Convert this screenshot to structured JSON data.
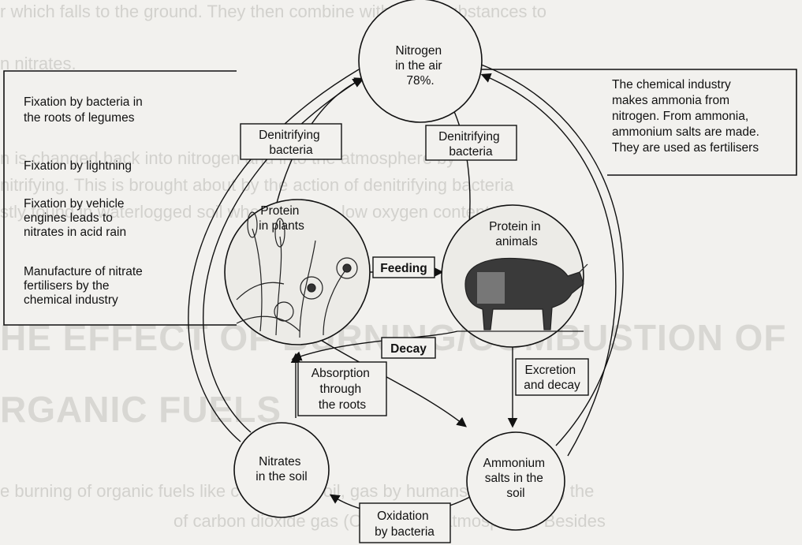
{
  "bleed_text": {
    "line1": "r which falls to the ground.  They then combine with other substances to",
    "line2": "n nitrates.",
    "line3": "n is changed back into nitrogen and into the atmosphere by",
    "line4": "nitrifying.  This is brought about by the action of denitrifying bacteria",
    "line5": "stly found in waterlogged soil where there is low oxygen content.",
    "line6": "HE EFFECT OF BURNING/COMBUSTION OF",
    "line7": "RGANIC FUELS",
    "line8": "e burning of organic fuels like coal, wood, oil, gas by humans is disturbing the",
    "line9": "of carbon dioxide gas (CO2) in the atmosphere.  Besides"
  },
  "nodes": {
    "air": [
      "Nitrogen",
      "in the air",
      "78%."
    ],
    "plants": [
      "Protein",
      "in plants"
    ],
    "animals": [
      "Protein in",
      "animals"
    ],
    "nitrates": [
      "Nitrates",
      "in the soil"
    ],
    "ammonium": [
      "Ammonium",
      "salts in the",
      "soil"
    ]
  },
  "left_panel": {
    "items": [
      [
        "Fixation by  bacteria in",
        "the roots of legumes"
      ],
      [
        "Fixation by lightning"
      ],
      [
        "Fixation by vehicle",
        "engines leads to",
        "nitrates in acid rain"
      ],
      [
        "Manufacture of nitrate",
        "fertilisers by the",
        "chemical industry"
      ]
    ]
  },
  "right_panel": {
    "lines": [
      "The chemical industry",
      "makes ammonia from",
      "nitrogen. From ammonia,",
      "ammonium salts are made.",
      "They are used as fertilisers"
    ]
  },
  "process_labels": {
    "denitrifying_left": [
      "Denitrifying",
      "bacteria"
    ],
    "denitrifying_right": [
      "Denitrifying",
      "bacteria"
    ],
    "feeding": "Feeding",
    "decay": "Decay",
    "absorption": [
      "Absorption",
      "through",
      "the roots"
    ],
    "excretion": [
      "Excretion",
      "and decay"
    ],
    "oxidation": [
      "Oxidation",
      "by bacteria"
    ]
  },
  "colors": {
    "ink": "#111111",
    "paper": "#f2f1ee",
    "bleed": "#b9b8b3"
  }
}
